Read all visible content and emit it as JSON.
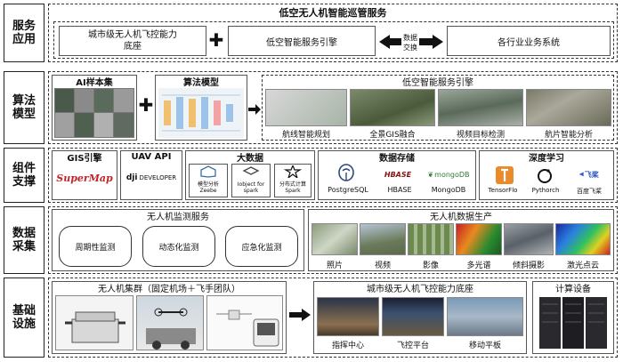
{
  "rows": {
    "service": "服务应用",
    "algorithm": "算法模型",
    "component": "组件支撑",
    "data": "数据采集",
    "infra": "基础设施"
  },
  "service": {
    "title": "低空无人机智能巡管服务",
    "base": "城市级无人机飞控能力底座",
    "engine": "低空智能服务引擎",
    "exchange": "数据交换",
    "systems": "各行业业务系统"
  },
  "algorithm": {
    "samples": "AI样本集",
    "models": "算法模型",
    "engine_title": "低空智能服务引擎",
    "items": [
      "航线智能规划",
      "全景GIS融合",
      "视频目标检测",
      "航片智能分析"
    ]
  },
  "component": {
    "gis_title": "GIS引擎",
    "gis_logo": "SuperMap",
    "uav_title": "UAV API",
    "uav_logo": "DEVELOPER",
    "bigdata_title": "大数据",
    "bigdata_items": [
      "模型分析\nZeebe",
      "Iobject for\nspark",
      "分布式计算\nSpark"
    ],
    "storage_title": "数据存储",
    "storage_items": [
      "PostgreSQL",
      "HBASE",
      "MongoDB"
    ],
    "storage_logos": [
      "HBASE",
      "mongoDB"
    ],
    "dl_title": "深度学习",
    "dl_items": [
      "TensorFlo",
      "Pythorch",
      "百度飞桨"
    ],
    "dl_logo": "飞桨"
  },
  "data": {
    "monitor_title": "无人机监测服务",
    "monitor_items": [
      "周期性监测",
      "动态化监测",
      "应急化监测"
    ],
    "production_title": "无人机数据生产",
    "production_items": [
      "照片",
      "视频",
      "影像",
      "多光谱",
      "倾斜摄影",
      "激光点云"
    ]
  },
  "infra": {
    "cluster_title": "无人机集群（固定机场＋飞手团队）",
    "base_title": "城市级无人机飞控能力底座",
    "base_items": [
      "指挥中心",
      "飞控平台",
      "移动平板"
    ],
    "compute_title": "计算设备"
  }
}
